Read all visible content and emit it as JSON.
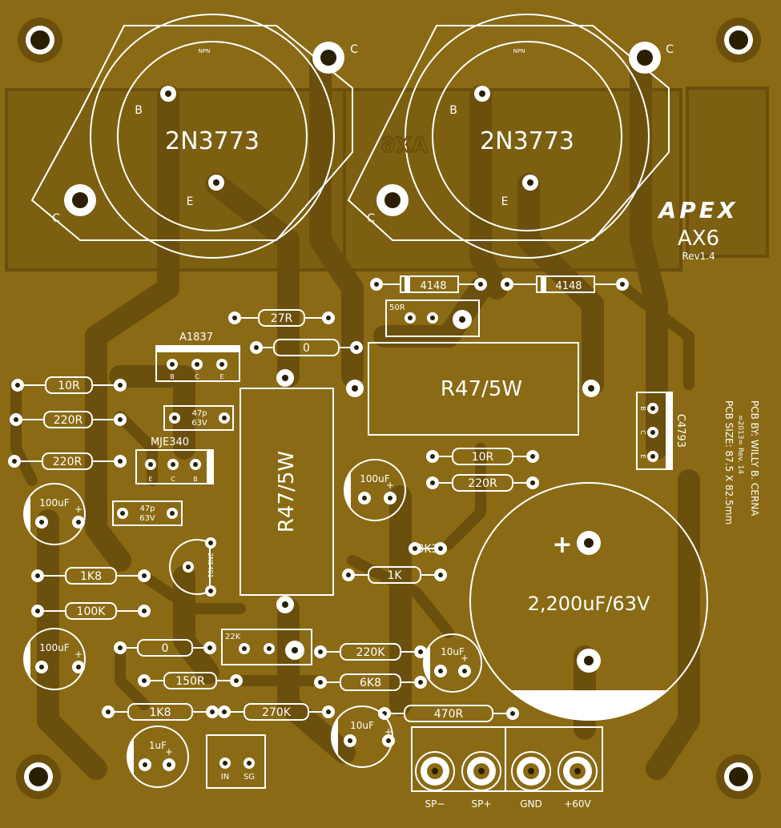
{
  "colors": {
    "board": "#8a6a14",
    "copper": "#6b4f0c",
    "silk": "#ffffff",
    "pad": "#ffffff",
    "hole": "#2a2000"
  },
  "transistors": {
    "q1": {
      "part": "2N3773",
      "type": "NPN",
      "pin_b": "B",
      "pin_c": "C",
      "pin_e": "E"
    },
    "q2": {
      "part": "2N3773",
      "type": "NPN",
      "pin_b": "B",
      "pin_c": "C",
      "pin_e": "E"
    }
  },
  "logo": {
    "brand": "APEX",
    "model": "AX6",
    "rev": "Rev1.4",
    "mirror_text": "AX6"
  },
  "credits": {
    "line1": "PCB BY: WILLY B. CERNA",
    "line2": "=2013= Rev. 14",
    "line3": "PCB SIZE: 87.5 X 82.5mm"
  },
  "labels": {
    "a1837": "A1837",
    "mje340": "MJE340",
    "c4793": "C4793",
    "pot1": "50R",
    "pot2": "22K",
    "pin_b": "B",
    "pin_c": "C",
    "pin_e": "E",
    "q_small": "2N5401",
    "cap_plus": "+"
  },
  "resistors": {
    "r27r": "27R",
    "r0a": "0",
    "r10r": "10R",
    "r220r_a": "220R",
    "r220r_b": "220R",
    "r10r_b": "10R",
    "r220r_c": "220R",
    "r3k3": "3K3",
    "r1k": "1K",
    "r1k8_a": "1K8",
    "r100k": "100K",
    "r0b": "0",
    "r220k": "220K",
    "r150r": "150R",
    "r6k8": "6K8",
    "r1k8_b": "1K8",
    "r270k": "270K",
    "r470r": "470R"
  },
  "power_resistors": {
    "horizontal": "R47/5W",
    "vertical": "R47/5W"
  },
  "diodes": {
    "d1": "4148",
    "d2": "4148"
  },
  "caps": {
    "c47p_a": "47p",
    "c47p_a_v": "63V",
    "c47p_b": "47p",
    "c47p_b_v": "63V",
    "c100u_a": "100uF",
    "c100u_b": "100uF",
    "c100u_c": "100uF",
    "c10u_a": "10uF",
    "c10u_b": "10uF",
    "c1u": "1uF",
    "cbig": "2,200uF/63V"
  },
  "connectors": {
    "in": "IN",
    "sg": "SG",
    "sp_minus": "SP−",
    "sp_plus": "SP+",
    "gnd": "GND",
    "v60": "+60V"
  }
}
